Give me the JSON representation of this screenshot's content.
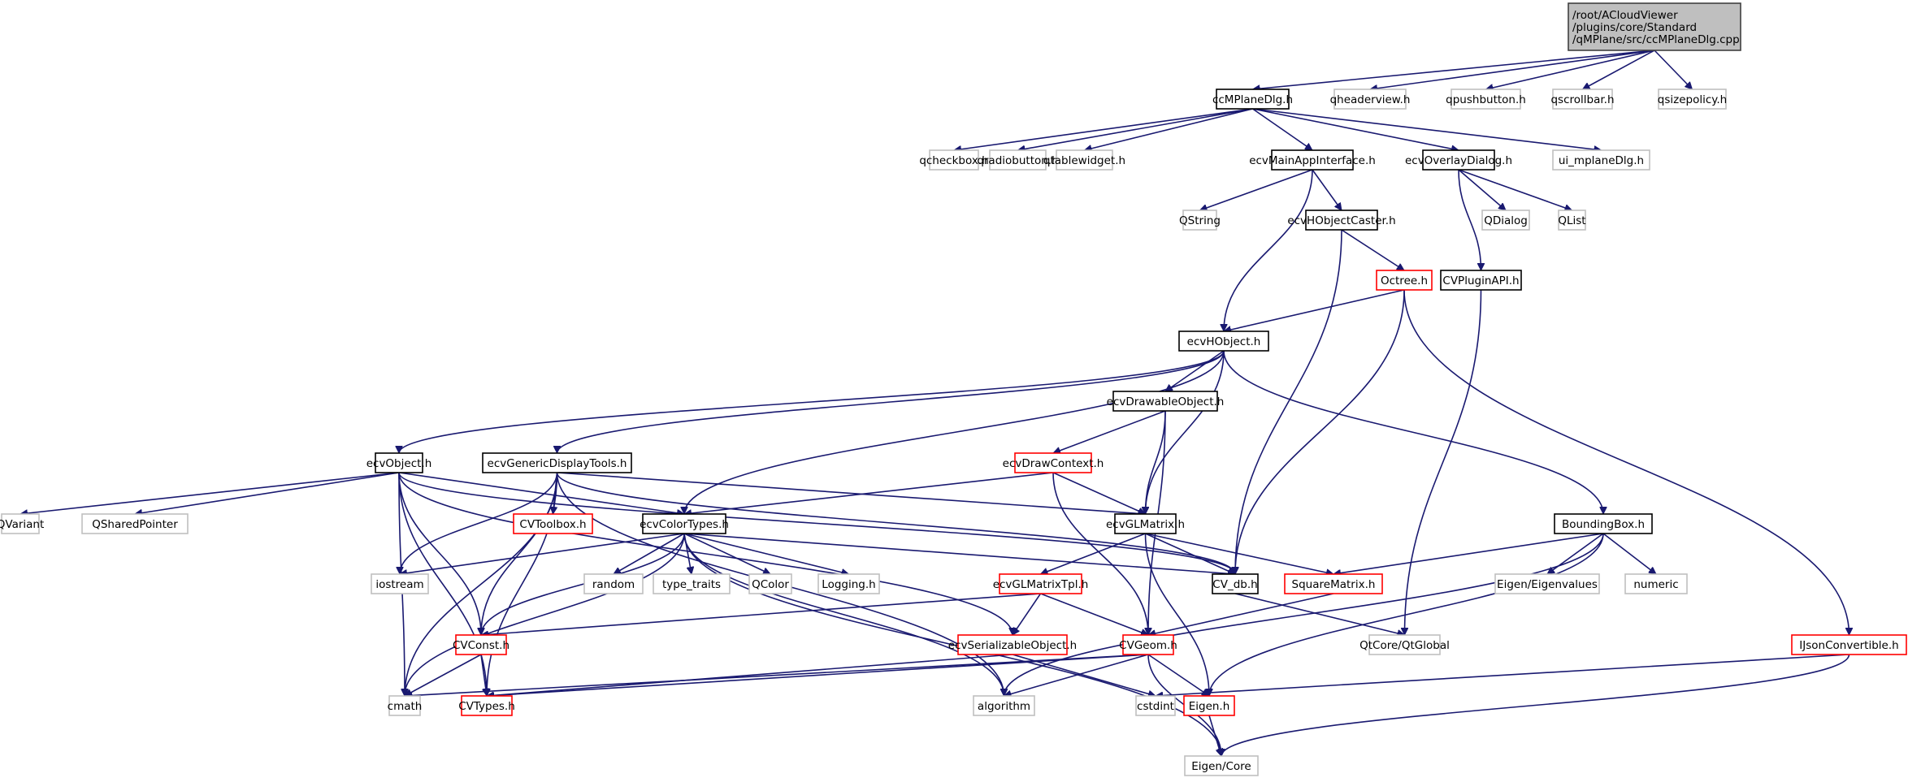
{
  "title": "Include dependency graph for ccMPlaneDlg.cpp",
  "legend": {
    "colors": {
      "root_fill": "#bfbfbf",
      "root_border": "#404040",
      "documented_border": "#000000",
      "truncated_border": "#ff0000",
      "external_border": "#bfbfbf",
      "edge": "#191970"
    }
  },
  "nodes": [
    {
      "id": "root",
      "label_lines": [
        "/root/ACloudViewer",
        "/plugins/core/Standard",
        "/qMPlane/src/ccMPlaneDlg.cpp"
      ],
      "kind": "root"
    },
    {
      "id": "ccMPlaneDlg",
      "label": "ccMPlaneDlg.h",
      "kind": "documented"
    },
    {
      "id": "qheaderview",
      "label": "qheaderview.h",
      "kind": "external"
    },
    {
      "id": "qpushbutton",
      "label": "qpushbutton.h",
      "kind": "external"
    },
    {
      "id": "qscrollbar",
      "label": "qscrollbar.h",
      "kind": "external"
    },
    {
      "id": "qsizepolicy",
      "label": "qsizepolicy.h",
      "kind": "external"
    },
    {
      "id": "qcheckbox",
      "label": "qcheckbox.h",
      "kind": "external"
    },
    {
      "id": "qradiobutton",
      "label": "qradiobutton.h",
      "kind": "external"
    },
    {
      "id": "qtablewidget",
      "label": "qtablewidget.h",
      "kind": "external"
    },
    {
      "id": "ecvMainAppInterface",
      "label": "ecvMainAppInterface.h",
      "kind": "documented"
    },
    {
      "id": "ecvOverlayDialog",
      "label": "ecvOverlayDialog.h",
      "kind": "documented"
    },
    {
      "id": "ui_mplaneDlg",
      "label": "ui_mplaneDlg.h",
      "kind": "external"
    },
    {
      "id": "QString",
      "label": "QString",
      "kind": "external"
    },
    {
      "id": "ecvHObjectCaster",
      "label": "ecvHObjectCaster.h",
      "kind": "documented"
    },
    {
      "id": "QDialog",
      "label": "QDialog",
      "kind": "external"
    },
    {
      "id": "QList",
      "label": "QList",
      "kind": "external"
    },
    {
      "id": "Octree",
      "label": "Octree.h",
      "kind": "truncated"
    },
    {
      "id": "CVPluginAPI",
      "label": "CVPluginAPI.h",
      "kind": "documented"
    },
    {
      "id": "ecvHObject",
      "label": "ecvHObject.h",
      "kind": "documented"
    },
    {
      "id": "ecvDrawableObject",
      "label": "ecvDrawableObject.h",
      "kind": "documented"
    },
    {
      "id": "ecvObject",
      "label": "ecvObject.h",
      "kind": "documented"
    },
    {
      "id": "ecvGenericDisplayTools",
      "label": "ecvGenericDisplayTools.h",
      "kind": "documented"
    },
    {
      "id": "ecvDrawContext",
      "label": "ecvDrawContext.h",
      "kind": "truncated"
    },
    {
      "id": "QVariant",
      "label": "QVariant",
      "kind": "external"
    },
    {
      "id": "QSharedPointer",
      "label": "QSharedPointer",
      "kind": "external"
    },
    {
      "id": "CVToolbox",
      "label": "CVToolbox.h",
      "kind": "truncated"
    },
    {
      "id": "ecvColorTypes",
      "label": "ecvColorTypes.h",
      "kind": "documented"
    },
    {
      "id": "ecvGLMatrix",
      "label": "ecvGLMatrix.h",
      "kind": "documented"
    },
    {
      "id": "BoundingBox",
      "label": "BoundingBox.h",
      "kind": "documented"
    },
    {
      "id": "iostream",
      "label": "iostream",
      "kind": "external"
    },
    {
      "id": "random",
      "label": "random",
      "kind": "external"
    },
    {
      "id": "type_traits",
      "label": "type_traits",
      "kind": "external"
    },
    {
      "id": "QColor",
      "label": "QColor",
      "kind": "external"
    },
    {
      "id": "Logging",
      "label": "Logging.h",
      "kind": "external"
    },
    {
      "id": "ecvGLMatrixTpl",
      "label": "ecvGLMatrixTpl.h",
      "kind": "truncated"
    },
    {
      "id": "CV_db",
      "label": "CV_db.h",
      "kind": "documented"
    },
    {
      "id": "SquareMatrix",
      "label": "SquareMatrix.h",
      "kind": "truncated"
    },
    {
      "id": "EigenEigenvalues",
      "label": "Eigen/Eigenvalues",
      "kind": "external"
    },
    {
      "id": "numeric",
      "label": "numeric",
      "kind": "external"
    },
    {
      "id": "CVConst",
      "label": "CVConst.h",
      "kind": "truncated"
    },
    {
      "id": "ecvSerializableObject",
      "label": "ecvSerializableObject.h",
      "kind": "truncated"
    },
    {
      "id": "CVGeom",
      "label": "CVGeom.h",
      "kind": "truncated"
    },
    {
      "id": "QtGlobal",
      "label": "QtCore/QtGlobal",
      "kind": "external"
    },
    {
      "id": "IJsonConvertible",
      "label": "IJsonConvertible.h",
      "kind": "truncated"
    },
    {
      "id": "cmath",
      "label": "cmath",
      "kind": "external"
    },
    {
      "id": "CVTypes",
      "label": "CVTypes.h",
      "kind": "truncated"
    },
    {
      "id": "algorithm",
      "label": "algorithm",
      "kind": "external"
    },
    {
      "id": "cstdint",
      "label": "cstdint",
      "kind": "external"
    },
    {
      "id": "Eigen",
      "label": "Eigen.h",
      "kind": "truncated"
    },
    {
      "id": "EigenCore",
      "label": "Eigen/Core",
      "kind": "external"
    }
  ],
  "edges": [
    [
      "root",
      "ccMPlaneDlg"
    ],
    [
      "root",
      "qheaderview"
    ],
    [
      "root",
      "qpushbutton"
    ],
    [
      "root",
      "qscrollbar"
    ],
    [
      "root",
      "qsizepolicy"
    ],
    [
      "ccMPlaneDlg",
      "qcheckbox"
    ],
    [
      "ccMPlaneDlg",
      "qradiobutton"
    ],
    [
      "ccMPlaneDlg",
      "qtablewidget"
    ],
    [
      "ccMPlaneDlg",
      "ecvMainAppInterface"
    ],
    [
      "ccMPlaneDlg",
      "ecvOverlayDialog"
    ],
    [
      "ccMPlaneDlg",
      "ui_mplaneDlg"
    ],
    [
      "ecvMainAppInterface",
      "QString"
    ],
    [
      "ecvMainAppInterface",
      "ecvHObjectCaster"
    ],
    [
      "ecvMainAppInterface",
      "ecvHObject"
    ],
    [
      "ecvOverlayDialog",
      "QDialog"
    ],
    [
      "ecvOverlayDialog",
      "QList"
    ],
    [
      "ecvOverlayDialog",
      "CVPluginAPI"
    ],
    [
      "ecvHObjectCaster",
      "Octree"
    ],
    [
      "ecvHObjectCaster",
      "CV_db"
    ],
    [
      "Octree",
      "ecvHObject"
    ],
    [
      "Octree",
      "CV_db"
    ],
    [
      "Octree",
      "IJsonConvertible"
    ],
    [
      "CVPluginAPI",
      "QtGlobal"
    ],
    [
      "ecvHObject",
      "ecvObject"
    ],
    [
      "ecvHObject",
      "ecvGenericDisplayTools"
    ],
    [
      "ecvHObject",
      "ecvDrawableObject"
    ],
    [
      "ecvHObject",
      "ecvColorTypes"
    ],
    [
      "ecvHObject",
      "ecvGLMatrix"
    ],
    [
      "ecvHObject",
      "BoundingBox"
    ],
    [
      "ecvDrawableObject",
      "ecvDrawContext"
    ],
    [
      "ecvDrawableObject",
      "ecvGLMatrix"
    ],
    [
      "ecvDrawableObject",
      "CVGeom"
    ],
    [
      "ecvDrawContext",
      "ecvColorTypes"
    ],
    [
      "ecvDrawContext",
      "ecvGLMatrix"
    ],
    [
      "ecvDrawContext",
      "CVGeom"
    ],
    [
      "ecvObject",
      "QVariant"
    ],
    [
      "ecvObject",
      "QSharedPointer"
    ],
    [
      "ecvObject",
      "ecvColorTypes"
    ],
    [
      "ecvObject",
      "ecvSerializableObject"
    ],
    [
      "ecvObject",
      "CV_db"
    ],
    [
      "ecvObject",
      "CVConst"
    ],
    [
      "ecvObject",
      "cmath"
    ],
    [
      "ecvObject",
      "CVTypes"
    ],
    [
      "ecvGenericDisplayTools",
      "CVToolbox"
    ],
    [
      "ecvGenericDisplayTools",
      "iostream"
    ],
    [
      "ecvGenericDisplayTools",
      "ecvGLMatrix"
    ],
    [
      "ecvGenericDisplayTools",
      "CV_db"
    ],
    [
      "ecvGenericDisplayTools",
      "algorithm"
    ],
    [
      "ecvGenericDisplayTools",
      "CVTypes"
    ],
    [
      "ecvGenericDisplayTools",
      "cmath"
    ],
    [
      "ecvGenericDisplayTools",
      "CVConst"
    ],
    [
      "ecvColorTypes",
      "iostream"
    ],
    [
      "ecvColorTypes",
      "random"
    ],
    [
      "ecvColorTypes",
      "type_traits"
    ],
    [
      "ecvColorTypes",
      "QColor"
    ],
    [
      "ecvColorTypes",
      "Logging"
    ],
    [
      "ecvColorTypes",
      "CV_db"
    ],
    [
      "ecvColorTypes",
      "CVConst"
    ],
    [
      "ecvColorTypes",
      "cmath"
    ],
    [
      "ecvColorTypes",
      "algorithm"
    ],
    [
      "ecvColorTypes",
      "EigenCore"
    ],
    [
      "ecvGLMatrix",
      "ecvGLMatrixTpl"
    ],
    [
      "ecvGLMatrix",
      "CV_db"
    ],
    [
      "ecvGLMatrix",
      "SquareMatrix"
    ],
    [
      "ecvGLMatrix",
      "Eigen"
    ],
    [
      "ecvGLMatrixTpl",
      "CVConst"
    ],
    [
      "ecvGLMatrixTpl",
      "ecvSerializableObject"
    ],
    [
      "ecvGLMatrixTpl",
      "CVGeom"
    ],
    [
      "CV_db",
      "QtGlobal"
    ],
    [
      "SquareMatrix",
      "CVGeom"
    ],
    [
      "BoundingBox",
      "SquareMatrix"
    ],
    [
      "BoundingBox",
      "EigenEigenvalues"
    ],
    [
      "BoundingBox",
      "numeric"
    ],
    [
      "BoundingBox",
      "algorithm"
    ],
    [
      "BoundingBox",
      "Eigen"
    ],
    [
      "CVConst",
      "cmath"
    ],
    [
      "CVConst",
      "CVTypes"
    ],
    [
      "ecvSerializableObject",
      "CVTypes"
    ],
    [
      "ecvSerializableObject",
      "cstdint"
    ],
    [
      "CVGeom",
      "cmath"
    ],
    [
      "CVGeom",
      "CVTypes"
    ],
    [
      "CVGeom",
      "algorithm"
    ],
    [
      "CVGeom",
      "Eigen"
    ],
    [
      "CVGeom",
      "EigenCore"
    ],
    [
      "IJsonConvertible",
      "cstdint"
    ],
    [
      "IJsonConvertible",
      "EigenCore"
    ],
    [
      "Eigen",
      "EigenCore"
    ]
  ]
}
